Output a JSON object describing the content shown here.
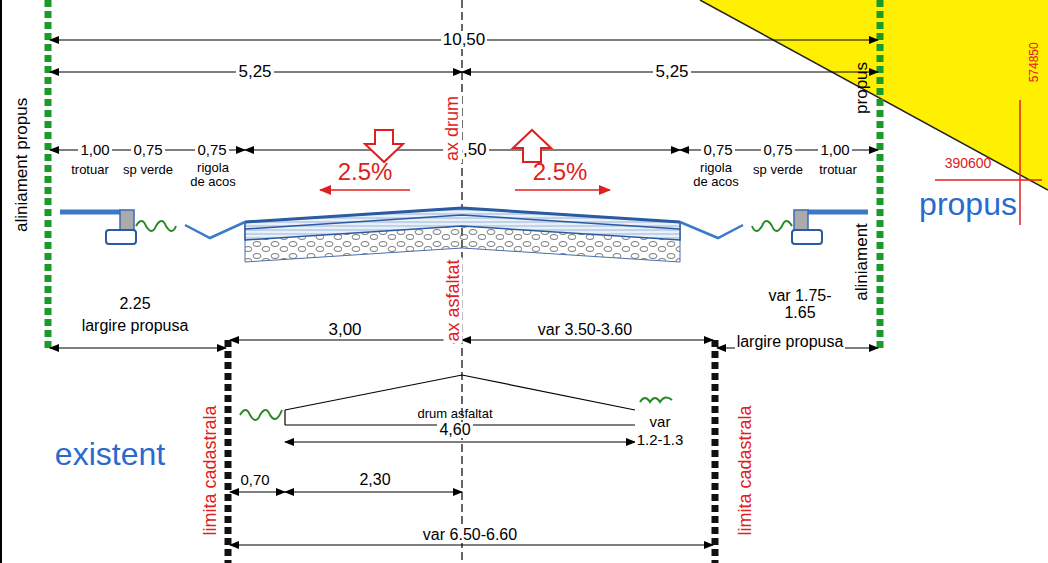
{
  "diagram": {
    "labels": [
      "10,50",
      "5,25",
      "5,25",
      "aliniament propus",
      "1,00",
      "0,75",
      "0,75",
      "trotuar",
      "sp verde",
      "rigola de acos",
      "5,50",
      "ax drum",
      "2.5%",
      "2.5%",
      "0,75",
      "0,75",
      "1,00",
      "rigola de acos",
      "sp verde",
      "trotuar",
      "propus",
      "aliniament",
      "propus",
      "390600",
      "574850",
      "2.25",
      "largire propusa",
      "3,00",
      "ax asfaltat",
      "var 3.50-3.60",
      "var 1.75-1.65",
      "largire propusa",
      "limita cadastrala",
      "limita cadastrala",
      "existent",
      "drum asfaltat",
      "var",
      "1.2-1.3",
      "4,60",
      "0,70",
      "2,30",
      "var 6.50-6.60"
    ]
  }
}
